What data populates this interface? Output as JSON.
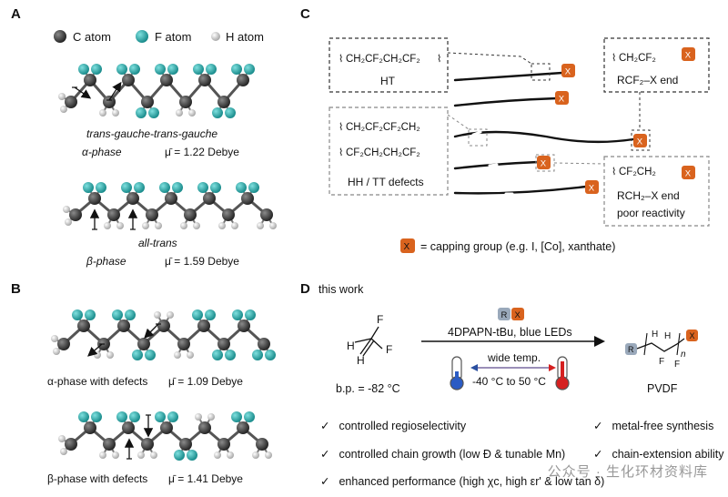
{
  "panels": {
    "a": "A",
    "b": "B",
    "c": "C",
    "d": "D"
  },
  "panelA": {
    "legend": [
      "C atom",
      "F atom",
      "H atom"
    ],
    "alpha_conf": "trans-gauche-trans-gauche",
    "alpha_phase": "α-phase",
    "alpha_dipole": "μ̄ = 1.22 Debye",
    "beta_conf": "all-trans",
    "beta_phase": "β-phase",
    "beta_dipole": "μ̄ = 1.59 Debye"
  },
  "panelB": {
    "alpha_label": "α-phase with defects",
    "alpha_dipole": "μ̄ = 1.09 Debye",
    "beta_label": "β-phase with defects",
    "beta_dipole": "μ̄ = 1.41 Debye"
  },
  "panelC": {
    "ht_formula": "CH₂CF₂CH₂CF₂",
    "ht_label": "HT",
    "defect_formula_1": "CH₂CF₂CF₂CH₂",
    "defect_formula_2": "CF₂CH₂CH₂CF₂",
    "defect_label": "HH / TT defects",
    "rcf2_formula": "CH₂CF₂",
    "rcf2_label": "RCF₂–X end",
    "rch2_formula": "CF₂CH₂",
    "rch2_label": "RCH₂–X end",
    "poor_reactivity": "poor reactivity",
    "capping_note": "= capping group (e.g. I, [Co], xanthate)",
    "x": "X",
    "r": "R"
  },
  "panelD": {
    "this_work": "this work",
    "catalyst": "4DPAPN-tBu, blue LEDs",
    "wide_temp": "wide temp.",
    "temp_range": "-40 °C to 50 °C",
    "bp": "b.p. = -82 °C",
    "product": "PVDF",
    "n": "n",
    "checks": [
      "controlled regioselectivity",
      "metal-free synthesis",
      "controlled chain growth (low Đ & tunable Mn)",
      "chain-extension ability",
      "enhanced performance (high χc, high εr' & low tan δ)"
    ]
  },
  "watermark": "公众号 · 生化环材资料库",
  "colors": {
    "carbon": "#3f3f3f",
    "fluorine": "#2fb3b3",
    "hydrogen": "#d9d9d9",
    "capping": "#d9631e",
    "r_group": "#9aa9bb",
    "poor": "#2f6fd1",
    "arrow_red": "#d52020",
    "arrow_blue": "#2a4fa0"
  }
}
